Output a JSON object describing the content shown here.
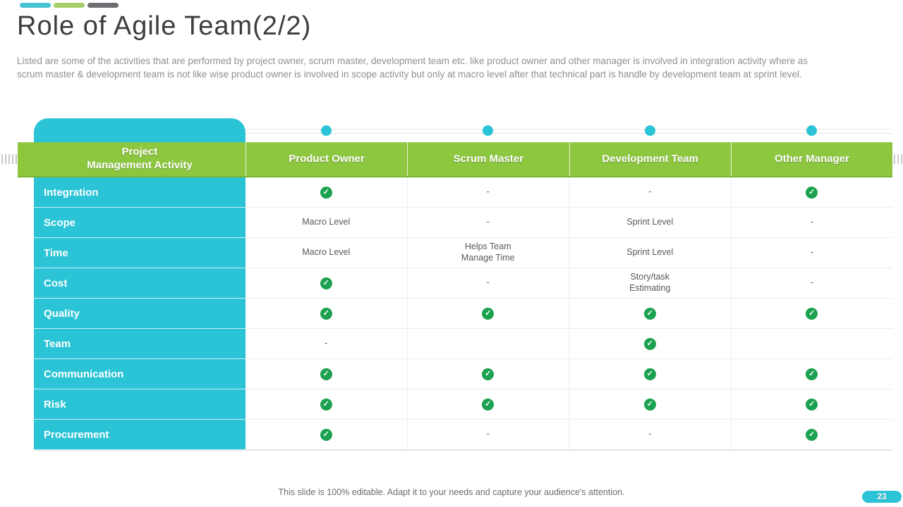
{
  "header": {
    "title": "Role of Agile Team(2/2)",
    "description_line1": "Listed are some of the activities that are performed by project owner, scrum master, development team etc. like product owner and other manager is involved  in integration  activity  where as",
    "description_line2": "scrum master & development team is not like wise  product owner is involved  in scope activity but only  at macro level  after that technical part is handle by development team at sprint level."
  },
  "table": {
    "activity_header_line1": "Project",
    "activity_header_line2": "Management Activity",
    "role_columns": [
      "Product Owner",
      "Scrum Master",
      "Development Team",
      "Other Manager"
    ],
    "rows": [
      {
        "activity": "Integration",
        "cells": [
          "CHECK",
          "-",
          "-",
          "CHECK"
        ]
      },
      {
        "activity": "Scope",
        "cells": [
          "Macro Level",
          "-",
          "Sprint Level",
          "-"
        ]
      },
      {
        "activity": "Time",
        "cells": [
          "Macro Level",
          "Helps Team\nManage Time",
          "Sprint Level",
          "-"
        ]
      },
      {
        "activity": "Cost",
        "cells": [
          "CHECK",
          "-",
          "Story/task\nEstimating",
          "-"
        ]
      },
      {
        "activity": "Quality",
        "cells": [
          "CHECK",
          "CHECK",
          "CHECK",
          "CHECK"
        ]
      },
      {
        "activity": "Team",
        "cells": [
          "-",
          "",
          "CHECK",
          ""
        ]
      },
      {
        "activity": "Communication",
        "cells": [
          "CHECK",
          "CHECK",
          "CHECK",
          "CHECK"
        ]
      },
      {
        "activity": "Risk",
        "cells": [
          "CHECK",
          "CHECK",
          "CHECK",
          "CHECK"
        ]
      },
      {
        "activity": "Procurement",
        "cells": [
          "CHECK",
          "-",
          "-",
          "CHECK"
        ]
      }
    ]
  },
  "icons": {
    "check_glyph": "✓"
  },
  "footer": {
    "note": "This slide is 100% editable. Adapt it to your needs and capture your audience's attention.",
    "page_number": "23"
  },
  "colors": {
    "accent_cyan": "#2bc4d6",
    "accent_green": "#8dc63f",
    "check_green": "#1ba14f",
    "bar_cyan": "#45c2d4",
    "bar_green": "#a6cd66",
    "bar_gray": "#6d6e71",
    "title_text": "#3d3d3d",
    "body_text": "#8f8f8f",
    "cell_text": "#595959",
    "line_gray": "#e4e4e4"
  }
}
